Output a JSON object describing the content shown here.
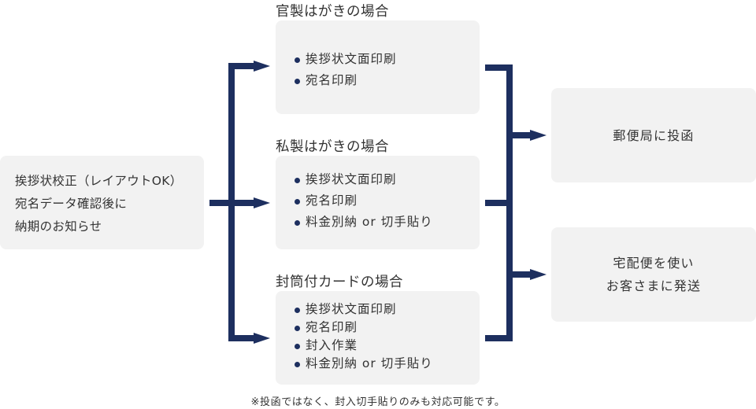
{
  "source": {
    "lines": [
      "挨拶状校正（レイアウトOK）",
      "宛名データ確認後に",
      "納期のお知らせ"
    ]
  },
  "cases": [
    {
      "title": "官製はがきの場合",
      "items": [
        "挨拶状文面印刷",
        "宛名印刷"
      ]
    },
    {
      "title": "私製はがきの場合",
      "items": [
        "挨拶状文面印刷",
        "宛名印刷",
        "料金別納 or 切手貼り"
      ]
    },
    {
      "title": "封筒付カードの場合",
      "items": [
        "挨拶状文面印刷",
        "宛名印刷",
        "封入作業",
        "料金別納 or 切手貼り"
      ]
    }
  ],
  "destinations": [
    {
      "lines": [
        "郵便局に投函"
      ]
    },
    {
      "lines": [
        "宅配便を使い",
        "お客さまに発送"
      ]
    }
  ],
  "note": "※投函ではなく、封入切手貼りのみも対応可能です。",
  "colors": {
    "connector": "#1d2f5f",
    "box_background": "#f2f2f2",
    "text": "#333333",
    "bullet": "#1d2f5f"
  }
}
